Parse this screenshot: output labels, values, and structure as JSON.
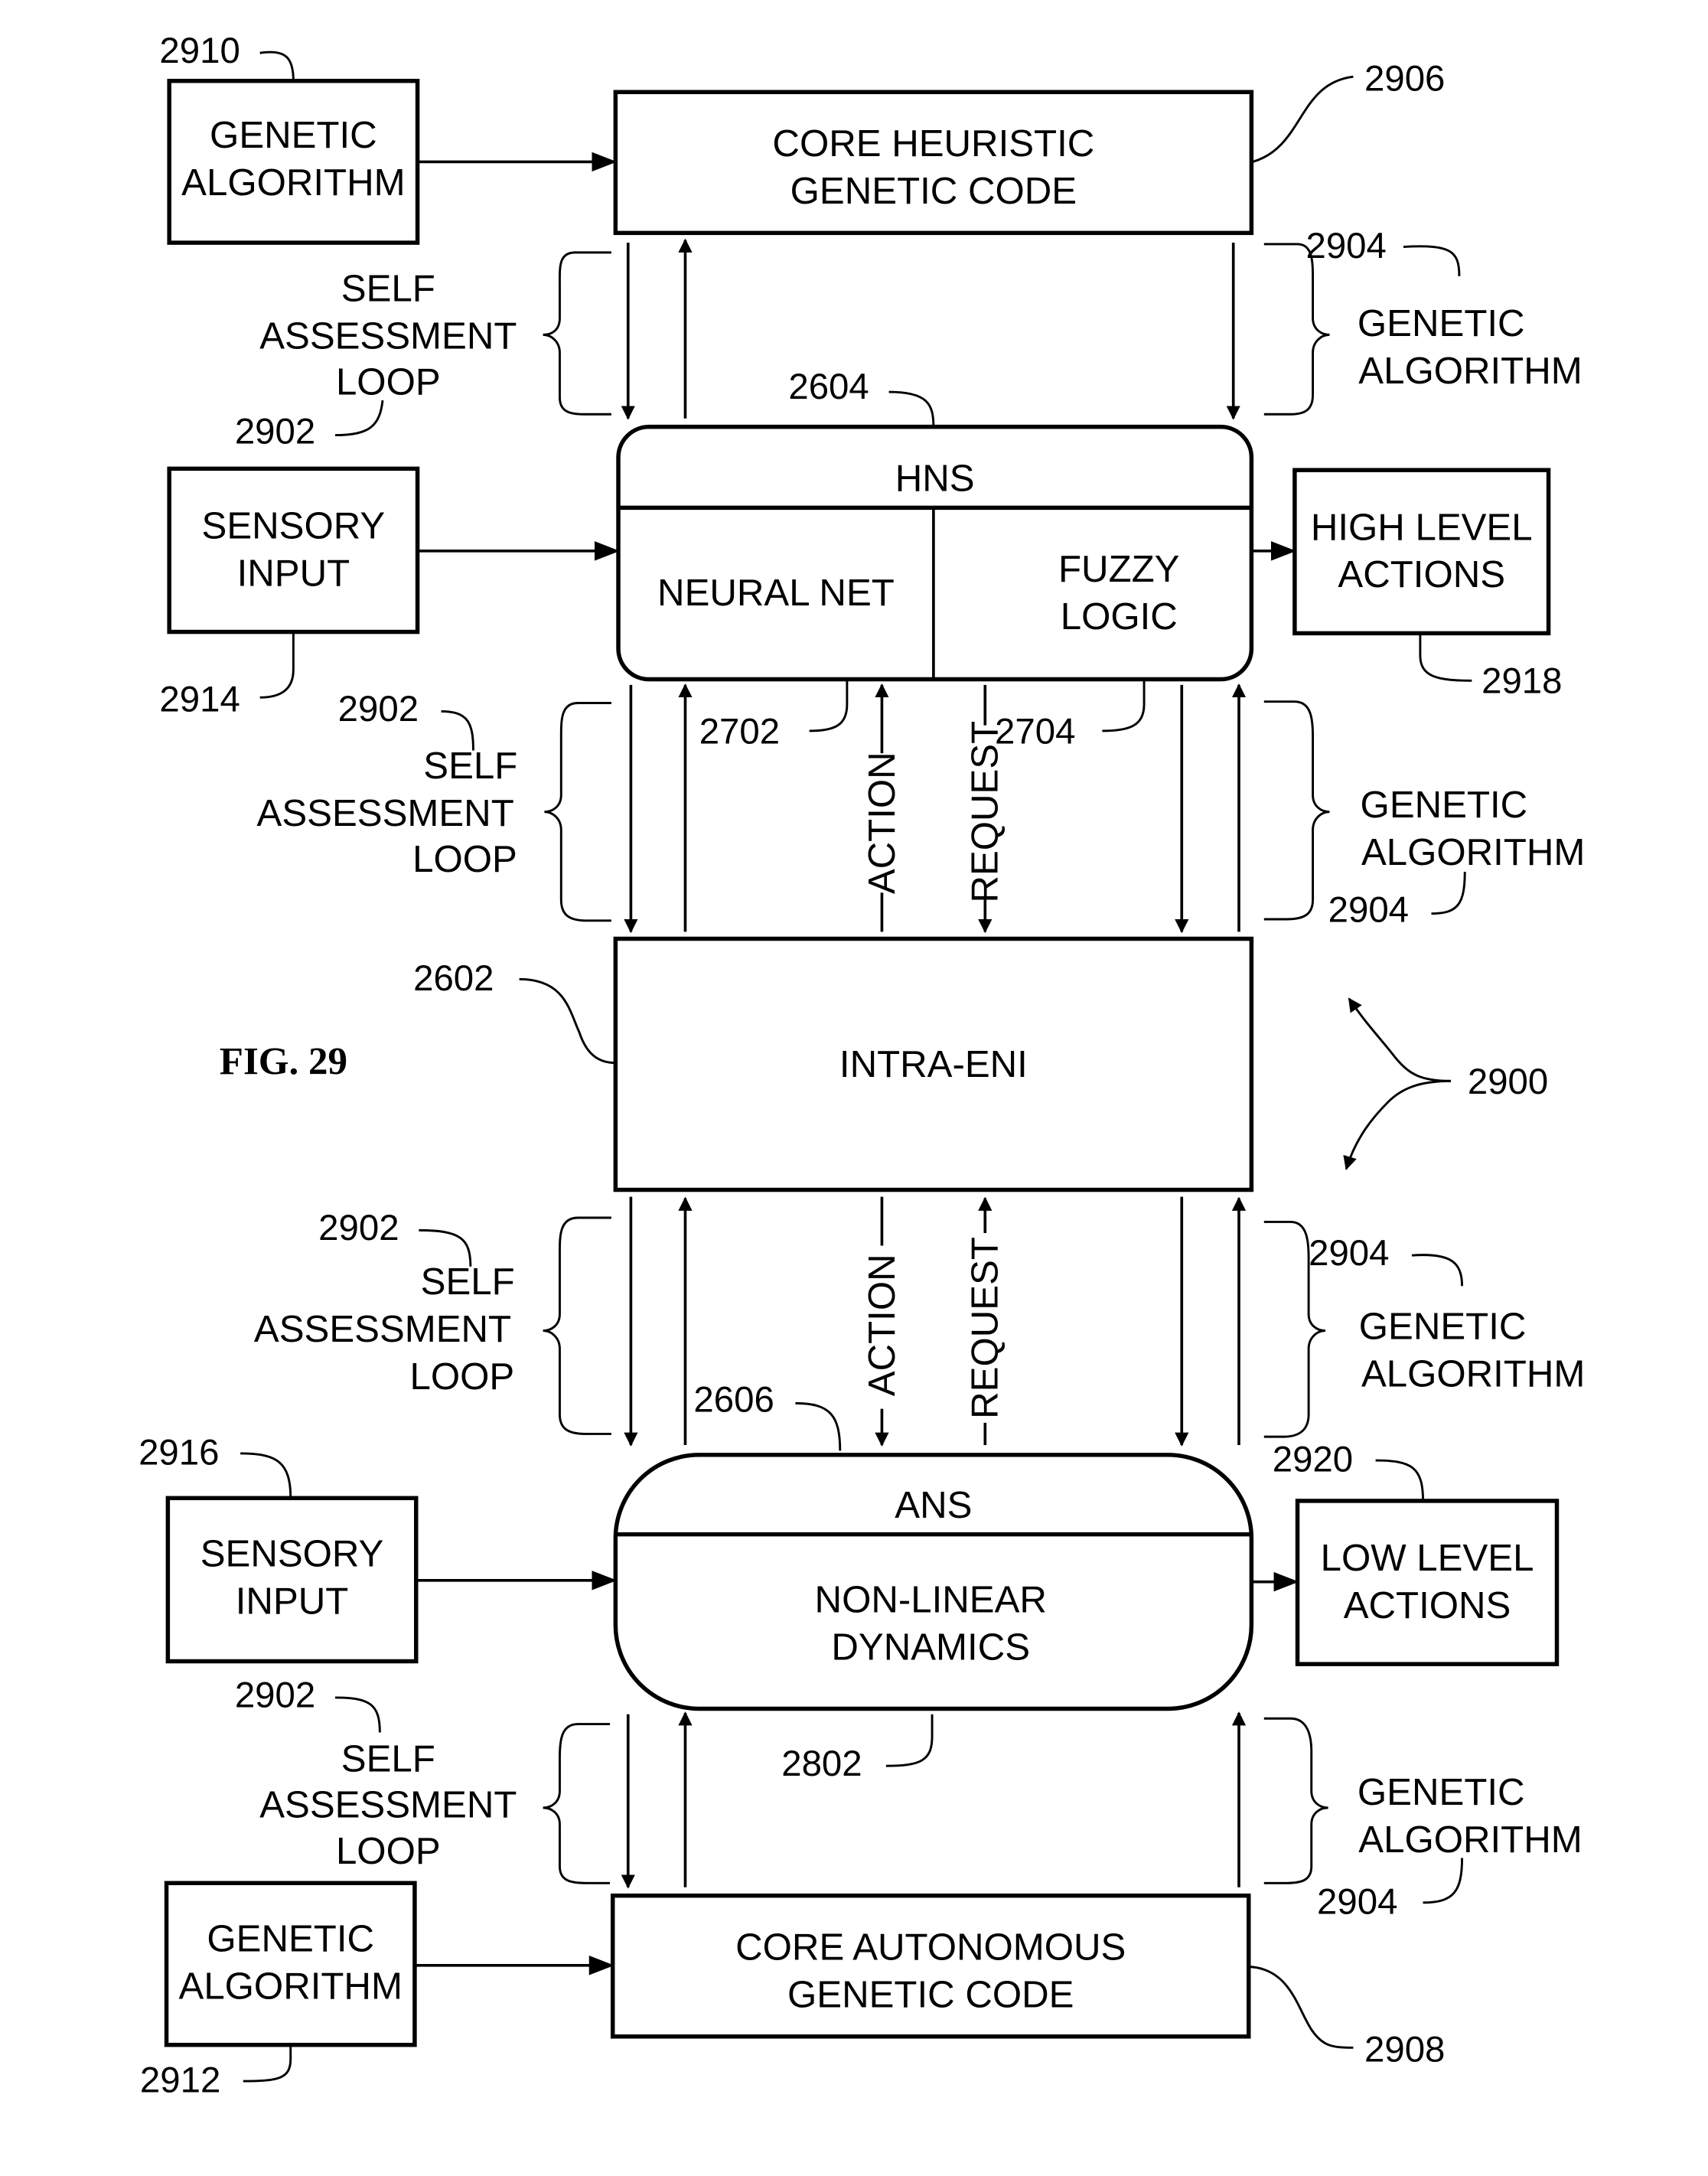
{
  "figure": {
    "title": "FIG. 29",
    "ref_number": "2900"
  },
  "blocks": {
    "ga_top": {
      "lines": [
        "GENETIC",
        "ALGORITHM"
      ],
      "ref": "2910"
    },
    "core_heuristic": {
      "lines": [
        "CORE HEURISTIC",
        "GENETIC CODE"
      ],
      "ref": "2906"
    },
    "hns": {
      "title": "HNS",
      "ref": "2604",
      "left": {
        "lines": [
          "NEURAL NET"
        ],
        "ref": "2702"
      },
      "right": {
        "lines": [
          "FUZZY",
          "LOGIC"
        ],
        "ref": "2704"
      }
    },
    "sensory_top": {
      "lines": [
        "SENSORY",
        "INPUT"
      ],
      "ref": "2914"
    },
    "high_level": {
      "lines": [
        "HIGH LEVEL",
        "ACTIONS"
      ],
      "ref": "2918"
    },
    "intra_eni": {
      "lines": [
        "INTRA-ENI"
      ],
      "ref": "2602"
    },
    "ans": {
      "title": "ANS",
      "ref": "2606",
      "body": {
        "lines": [
          "NON-LINEAR",
          "DYNAMICS"
        ],
        "ref": "2802"
      }
    },
    "sensory_bottom": {
      "lines": [
        "SENSORY",
        "INPUT"
      ],
      "ref": "2916"
    },
    "low_level": {
      "lines": [
        "LOW LEVEL",
        "ACTIONS"
      ],
      "ref": "2920"
    },
    "ga_bottom": {
      "lines": [
        "GENETIC",
        "ALGORITHM"
      ],
      "ref": "2912"
    },
    "core_autonomous": {
      "lines": [
        "CORE AUTONOMOUS",
        "GENETIC CODE"
      ],
      "ref": "2908"
    }
  },
  "loops": {
    "self_assessment": {
      "lines": [
        "SELF",
        "ASSESSMENT",
        "LOOP"
      ],
      "ref": "2902"
    },
    "genetic_algorithm": {
      "lines": [
        "GENETIC",
        "ALGORITHM"
      ],
      "ref": "2904"
    }
  },
  "signals": {
    "action": "ACTION",
    "request": "REQUEST"
  }
}
